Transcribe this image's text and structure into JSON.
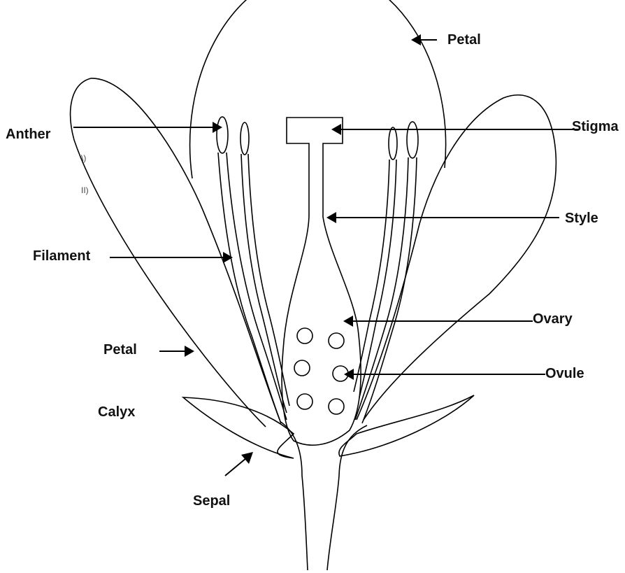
{
  "labels": {
    "petal_top": "Petal",
    "anther": "Anther",
    "stigma": "Stigma",
    "style": "Style",
    "filament": "Filament",
    "ovary": "Ovary",
    "ovule": "Ovule",
    "petal_left": "Petal",
    "calyx": "Calyx",
    "sepal": "Sepal"
  },
  "marks": {
    "mark_a": "\\)",
    "mark_b": "II)"
  },
  "colors": {
    "line": "#000000",
    "text": "#111111",
    "background": "#ffffff"
  }
}
